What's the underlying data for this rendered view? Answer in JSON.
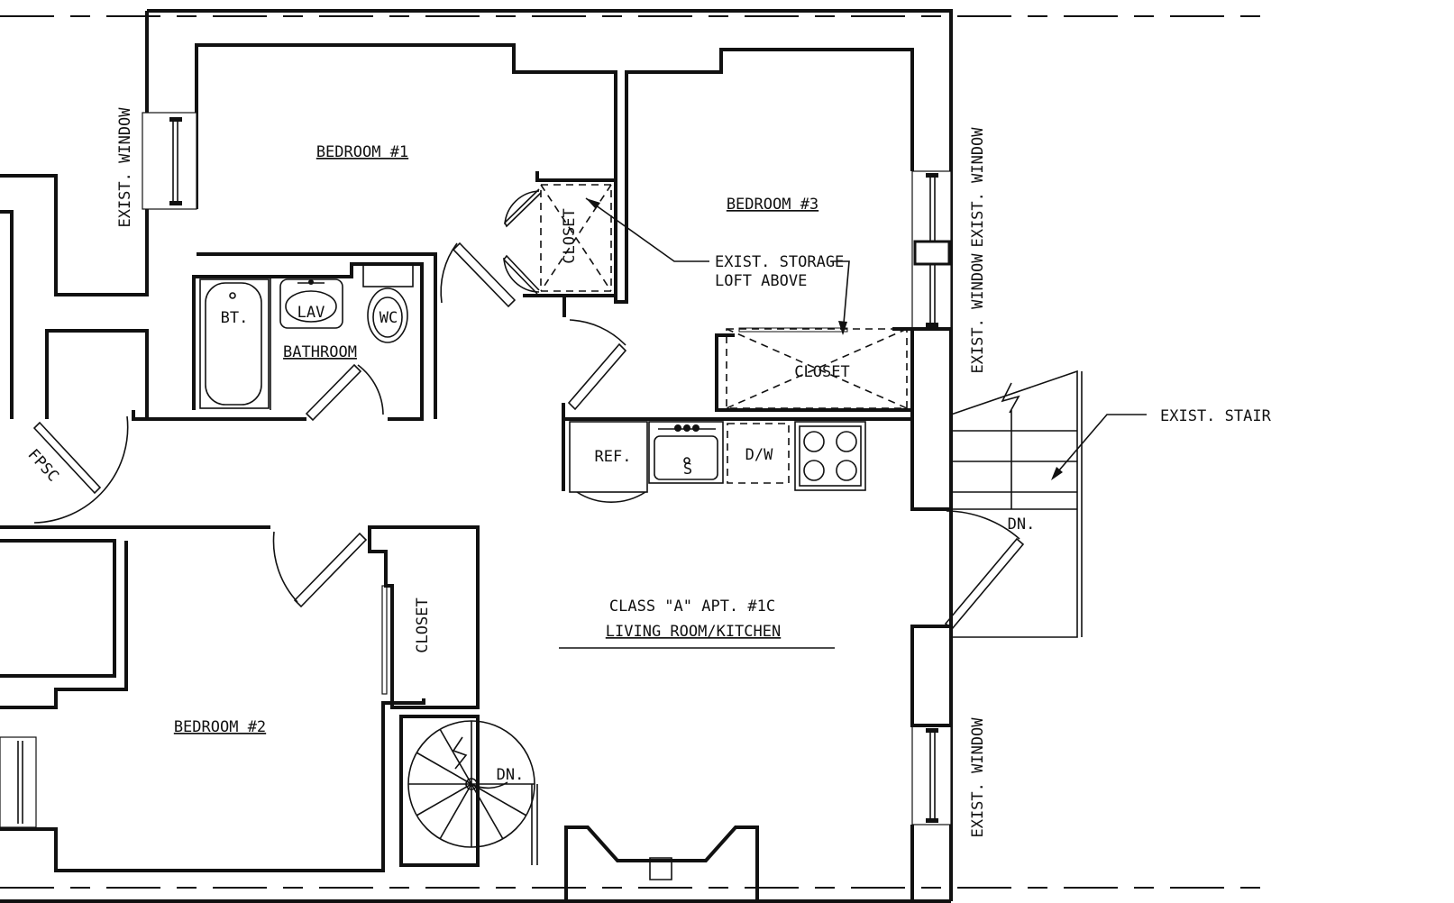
{
  "rooms": {
    "bedroom1": "BEDROOM #1",
    "bedroom2": "BEDROOM #2",
    "bedroom3": "BEDROOM #3",
    "bathroom": "BATHROOM",
    "closet_bed1": "CLOSET",
    "closet_bed3": "CLOSET",
    "closet_bed2": "CLOSET",
    "apartment": "CLASS \"A\" APT. #1C",
    "living": "LIVING ROOM/KITCHEN"
  },
  "fixtures": {
    "bathtub": "BT.",
    "lavatory": "LAV",
    "toilet": "WC",
    "refrigerator": "REF.",
    "sink": "S",
    "dishwasher": "D/W",
    "fpsc": "FPSC"
  },
  "annotations": {
    "window_bed1": "EXIST. WINDOW",
    "window_right_top": "EXIST. WINDOW",
    "window_right_mid": "EXIST. WINDOW",
    "window_right_bottom": "EXIST. WINDOW",
    "storage_line1": "EXIST. STORAGE",
    "storage_line2": "LOFT ABOVE",
    "exist_stair": "EXIST. STAIR",
    "down_main": "DN.",
    "down_spiral": "DN."
  }
}
